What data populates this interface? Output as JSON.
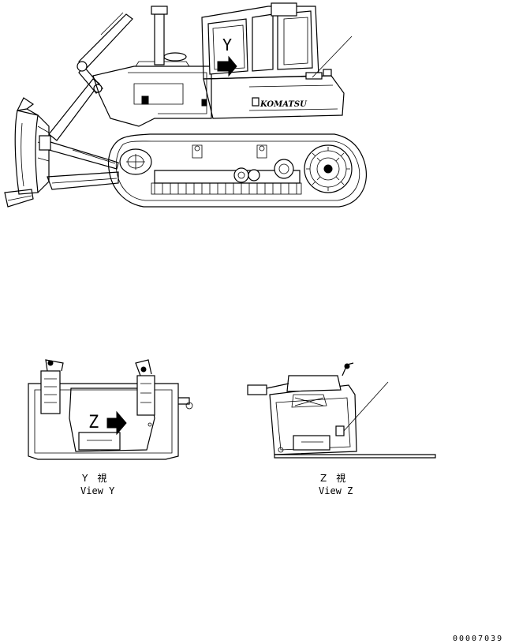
{
  "views": {
    "main": {
      "door_label": "Y",
      "logo_text": "KOMATSU"
    },
    "view_y": {
      "panel_label": "Z",
      "caption_jp": "Y　視",
      "caption_en": "View Y"
    },
    "view_z": {
      "caption_jp": "Z　視",
      "caption_en": "View Z"
    }
  },
  "drawing_number": "00007039",
  "colors": {
    "line": "#000000",
    "background": "#ffffff"
  }
}
